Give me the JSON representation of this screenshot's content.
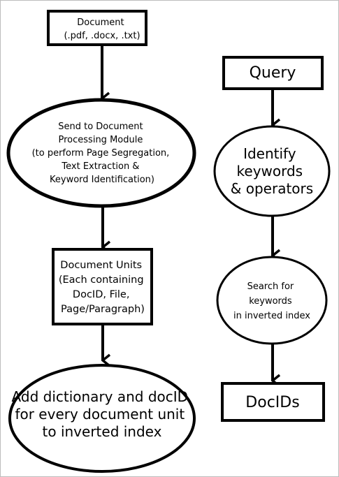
{
  "diagram": {
    "left_flow": {
      "doc_box": [
        "Document",
        "(.pdf, .docx, .txt)"
      ],
      "processing_ellipse": [
        "Send to Document",
        "Processing Module",
        "(to perform Page Segregation,",
        "Text Extraction &",
        "Keyword Identification)"
      ],
      "units_box": [
        "Document Units",
        "(Each containing",
        "DocID, File,",
        "Page/Paragraph)"
      ],
      "index_ellipse": [
        "Add dictionary and docID",
        "for every document unit",
        "to inverted index"
      ]
    },
    "right_flow": {
      "query_box": [
        "Query"
      ],
      "identify_ellipse": [
        "Identify",
        "keywords",
        "& operators"
      ],
      "search_ellipse": [
        "Search for",
        "keywords",
        "in inverted index"
      ],
      "docids_box": [
        "DocIDs"
      ]
    }
  }
}
